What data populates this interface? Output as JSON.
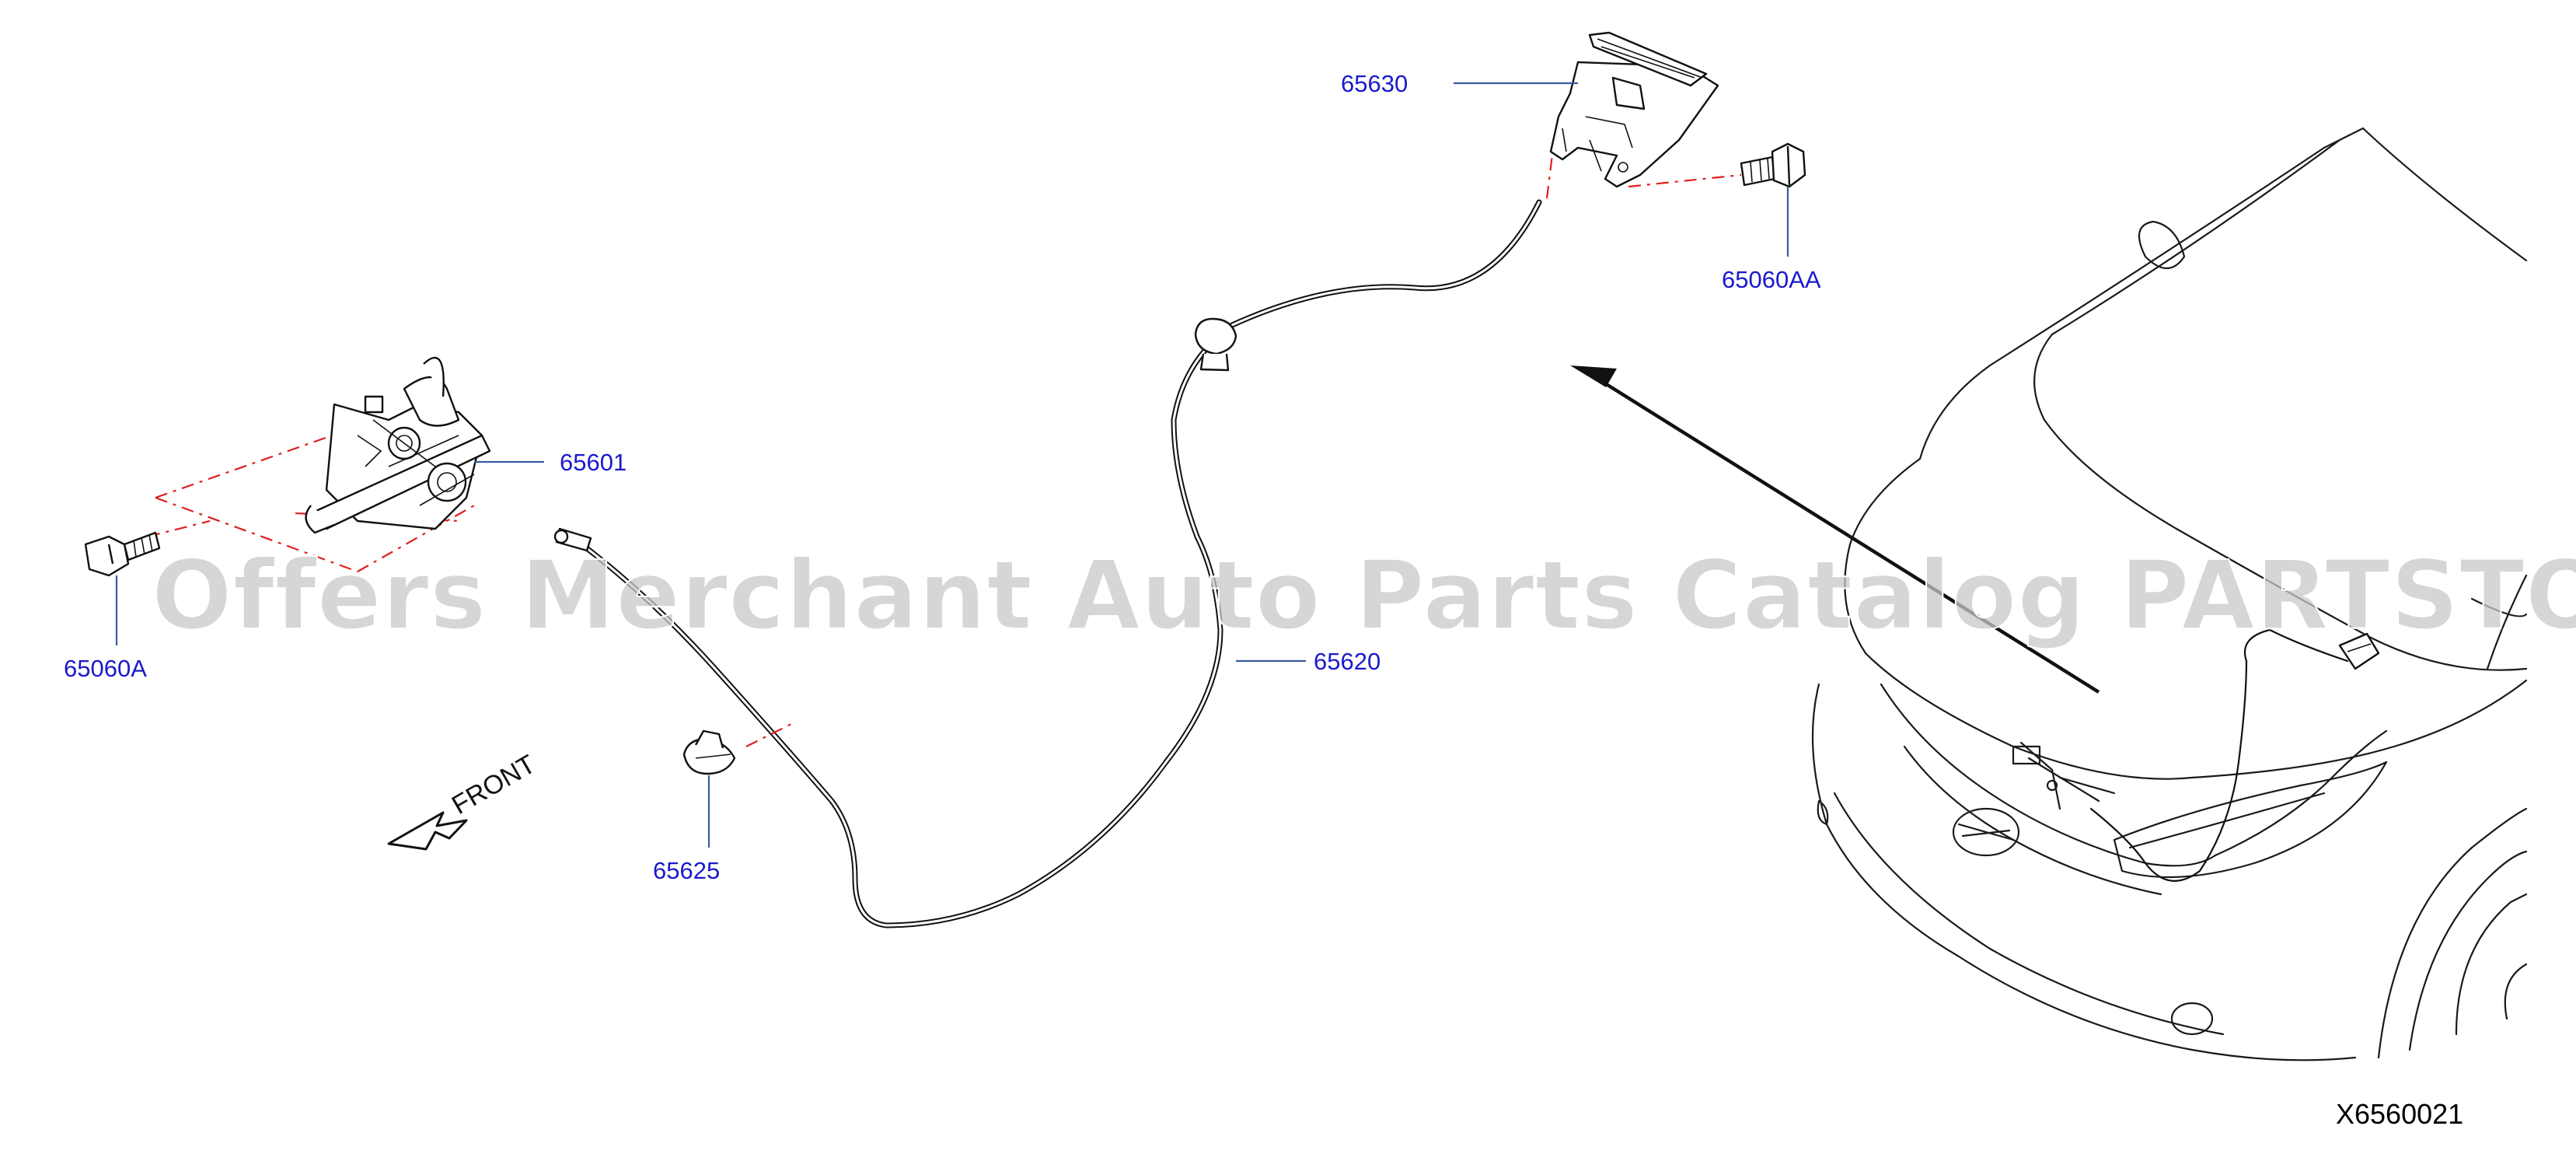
{
  "diagram": {
    "reference_code": "X6560021",
    "direction_label": "FRONT",
    "watermark": "Offers Merchant Auto Parts Catalog PARTSTORE.SA",
    "parts": [
      {
        "id": "hood-lock-assembly",
        "number": "65601"
      },
      {
        "id": "bolt-left",
        "number": "65060A"
      },
      {
        "id": "release-cable",
        "number": "65620"
      },
      {
        "id": "cable-clip",
        "number": "65625"
      },
      {
        "id": "release-handle",
        "number": "65630"
      },
      {
        "id": "bolt-handle",
        "number": "65060AA"
      }
    ],
    "colors": {
      "callout_text": "#1a1acc",
      "leader_line": "#3a5aa0",
      "dash_line": "#e02020",
      "watermark": "#c8c8c8"
    }
  }
}
